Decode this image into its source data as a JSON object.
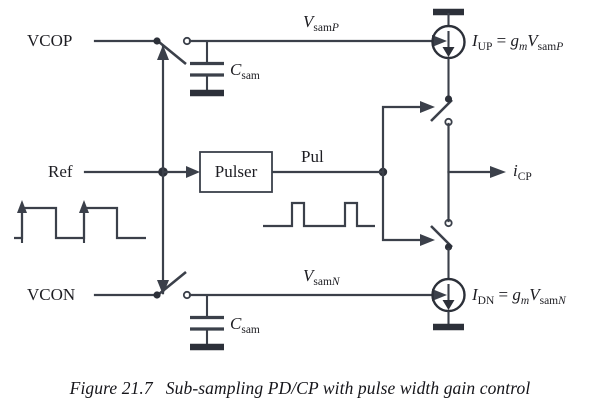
{
  "figure": {
    "caption_number": "Figure 21.7",
    "caption_text": "Sub-sampling PD/CP with pulse width gain control"
  },
  "labels": {
    "vcop": "VCOP",
    "vcon": "VCON",
    "ref": "Ref",
    "pulser": "Pulser",
    "pul": "Pul",
    "cap_top": {
      "symbol": "C",
      "subscript": "sam"
    },
    "cap_bottom": {
      "symbol": "C",
      "subscript": "sam"
    },
    "vsamp": {
      "symbol": "V",
      "sub_roman": "sam",
      "sub_italic": "P"
    },
    "vsamn": {
      "symbol": "V",
      "sub_roman": "sam",
      "sub_italic": "N"
    },
    "icp": {
      "symbol": "i",
      "subscript": "CP"
    },
    "iup_eq": {
      "lhs_symbol": "I",
      "lhs_sub": "UP",
      "equals": "=",
      "gm_symbol": "g",
      "gm_sub": "m",
      "v_symbol": "V",
      "v_sub_roman": "sam",
      "v_sub_italic": "P"
    },
    "idn_eq": {
      "lhs_symbol": "I",
      "lhs_sub": "DN",
      "equals": "=",
      "gm_symbol": "g",
      "gm_sub": "m",
      "v_symbol": "V",
      "v_sub_roman": "sam",
      "v_sub_italic": "N"
    }
  },
  "icons": {
    "switch_top": "switch-open-icon",
    "switch_bottom": "switch-open-icon",
    "switch_up_branch": "switch-open-icon",
    "switch_dn_branch": "switch-open-icon",
    "current_source_up": "current-source-down-arrow-icon",
    "current_source_dn": "current-source-down-arrow-icon",
    "capacitor_top": "capacitor-icon",
    "capacitor_bottom": "capacitor-icon",
    "ground_top": "ground-icon",
    "ground_bottom": "ground-icon",
    "ref_waveform": "square-wave-icon",
    "pul_waveform": "pulse-train-icon",
    "control_arrows": "double-arrow-vertical-icon"
  },
  "colors": {
    "ink": "#3b404a",
    "ink_dark": "#2c3039",
    "text": "#1d1d22",
    "background": "#ffffff"
  },
  "waveforms": {
    "ref": {
      "type": "square-wave",
      "rising_edge_markers": 2,
      "description": "Reference clock square wave with rising-edge arrows"
    },
    "pul": {
      "type": "pulse-train",
      "pulse_count": 2,
      "description": "Narrow pulse train output of Pulser"
    }
  }
}
